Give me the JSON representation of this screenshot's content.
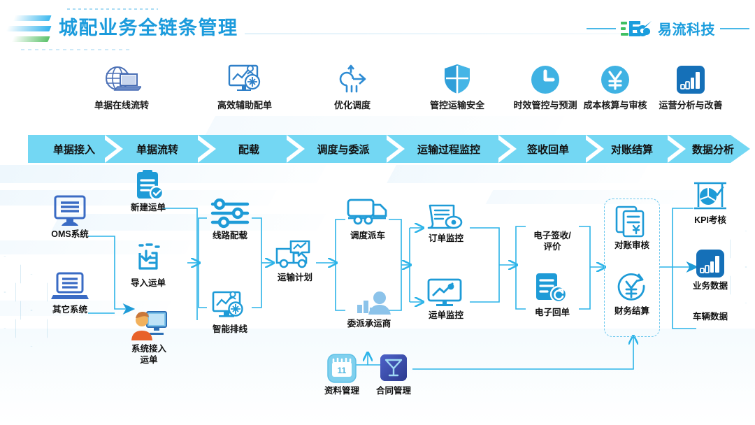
{
  "header": {
    "title": "城配业务全链条管理",
    "logo_text": "易流科技",
    "logo_mark": "E6",
    "brand_color": "#1A9DDD",
    "accent_green": "#5DC26B"
  },
  "features": [
    {
      "label": "单据在线流转",
      "icon": "globe-laptop-icon"
    },
    {
      "label": "高效辅助配单",
      "icon": "monitor-chart-icon"
    },
    {
      "label": "优化调度",
      "icon": "route-arrow-icon"
    },
    {
      "label": "管控运输安全",
      "icon": "shield-icon"
    },
    {
      "label": "时效管控与预测",
      "icon": "clock-icon"
    },
    {
      "label": "成本核算与审核",
      "icon": "yuan-circle-icon"
    },
    {
      "label": "运营分析与改善",
      "icon": "bar-chart-square-icon"
    }
  ],
  "process_steps": [
    "单据接入",
    "单据流转",
    "配载",
    "调度与委派",
    "运输过程监控",
    "签收回单",
    "对账结算",
    "数据分析"
  ],
  "process_steps_extra": "数据分析",
  "flow": {
    "sources": [
      {
        "label": "OMS系统",
        "icon": "desktop-monitor-icon"
      },
      {
        "label": "其它系统",
        "icon": "laptop-icon"
      }
    ],
    "intake": [
      {
        "label": "新建运单",
        "icon": "clipboard-check-icon"
      },
      {
        "label": "导入运单",
        "icon": "import-box-icon"
      },
      {
        "label": "系统接入\n运单",
        "label_line1": "系统接入",
        "label_line2": "运单",
        "icon": "user-monitor-icon"
      }
    ],
    "loading": [
      {
        "label": "线路配载",
        "icon": "sliders-icon"
      },
      {
        "label": "智能排线",
        "icon": "monitor-analytics-icon"
      }
    ],
    "plan": {
      "label": "运输计划",
      "icon": "truck-chart-icon"
    },
    "dispatch": [
      {
        "label": "调度派车",
        "icon": "truck-dispatch-icon"
      },
      {
        "label": "委派承运商",
        "icon": "carrier-person-icon"
      }
    ],
    "monitor": [
      {
        "label": "订单监控",
        "icon": "document-eye-icon"
      },
      {
        "label": "运单监控",
        "icon": "monitor-trend-icon"
      }
    ],
    "receipt": [
      {
        "label": "电子签收/\n评价",
        "label_line1": "电子签收/",
        "label_line2": "评价",
        "icon": "text-only"
      },
      {
        "label": "电子回单",
        "icon": "document-return-icon"
      }
    ],
    "settle": [
      {
        "label": "对账审核",
        "icon": "invoice-yuan-icon"
      },
      {
        "label": "财务结算",
        "icon": "yuan-refresh-icon"
      }
    ],
    "analysis": [
      {
        "label": "KPI考核",
        "icon": "pie-check-icon"
      },
      {
        "label": "业务数据",
        "icon": "bar-chart-square-icon"
      },
      {
        "label": "车辆数据",
        "icon": "text-only"
      }
    ],
    "support": [
      {
        "label": "资料管理",
        "icon": "calendar-11-icon"
      },
      {
        "label": "合同管理",
        "icon": "funnel-glass-icon"
      }
    ]
  },
  "colors": {
    "chevron": "#73D7F3",
    "wire": "#2BB3E8",
    "icon_blue": "#1E9BD7",
    "icon_deep": "#1570B8",
    "icon_soft": "#8CC3EA"
  }
}
